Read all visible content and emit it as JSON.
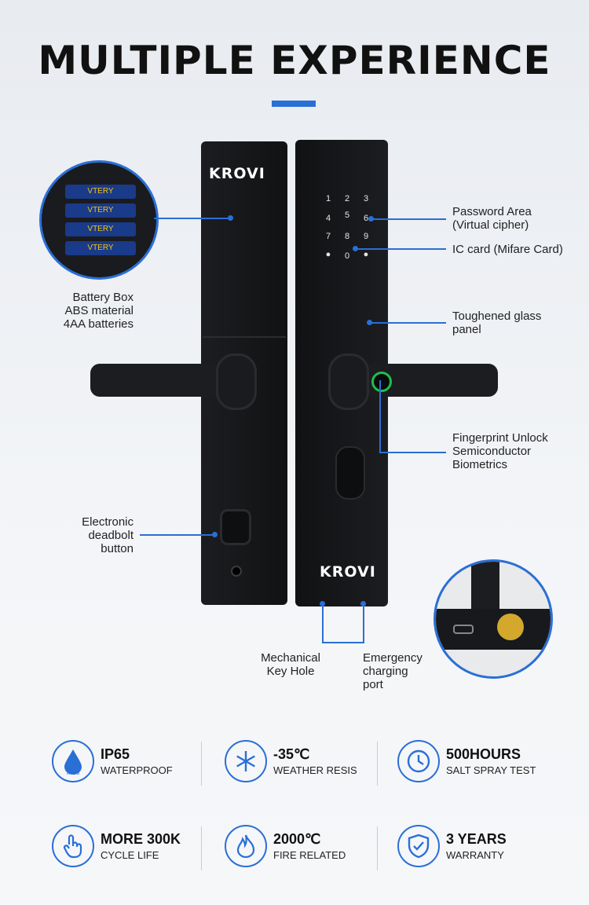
{
  "header": {
    "title": "MULTIPLE EXPERIENCE"
  },
  "brand": "KROVI",
  "keypad": [
    "1",
    "2",
    "3",
    "4",
    "5",
    "6",
    "7",
    "8",
    "9",
    "0"
  ],
  "callouts": {
    "password": "Password Area\n(Virtual cipher)",
    "ic_card": "IC card (Mifare Card)",
    "glass": "Toughened glass\npanel",
    "fingerprint": "Fingerprint Unlock\nSemiconductor\nBiometrics",
    "battery": "Battery Box\nABS material\n4AA batteries",
    "deadbolt": "Electronic\ndeadbolt\nbutton",
    "keyhole": "Mechanical\nKey Hole",
    "charging": "Emergency\ncharging\nport"
  },
  "battery_text": "VTERY",
  "features": [
    {
      "main": "IP65",
      "sub": "WATERPROOF",
      "icon": "waterproof-icon",
      "badge": "IP65"
    },
    {
      "main": "-35℃",
      "sub": "WEATHER RESIS",
      "icon": "snowflake-icon"
    },
    {
      "main": "500HOURS",
      "sub": "SALT SPRAY TEST",
      "icon": "clock-icon"
    },
    {
      "main": "MORE 300K",
      "sub": "CYCLE LIFE",
      "icon": "touch-icon"
    },
    {
      "main": "2000℃",
      "sub": "FIRE RELATED",
      "icon": "fire-icon"
    },
    {
      "main": "3 YEARS",
      "sub": "WARRANTY",
      "icon": "shield-check-icon"
    }
  ],
  "colors": {
    "accent": "#2a6fd6",
    "lock": "#17181b"
  }
}
